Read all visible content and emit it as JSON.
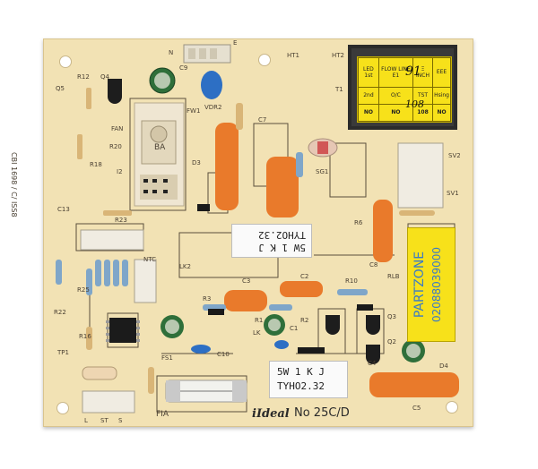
{
  "board": {
    "brand": "iIdeal",
    "model": "No 25C/D",
    "side_text": "CBI 1698 / C/ ISS8"
  },
  "labels": {
    "resistor_label_1_line1": "5W 1 K J",
    "resistor_label_1_line2": "TYHO2.32",
    "resistor_label_2_line1": "5W 1 K J",
    "resistor_label_2_line2": "TYHO2.32",
    "partzone_name": "PARTZONE",
    "partzone_phone": "02088039000"
  },
  "yellow_sticker": {
    "row1": [
      "LED 1st",
      "FLOW LINE E1",
      "Ξ INCH",
      "EEE"
    ],
    "row2": [
      "2nd",
      "O/C",
      "TST",
      "Hsing"
    ],
    "row3": [
      "NO",
      "NO",
      "108",
      "NO"
    ],
    "handwriting_1": "91",
    "handwriting_2": "108"
  },
  "silkscreen": {
    "n_label": "N",
    "e_label": "E",
    "ht1": "HT1",
    "ht2": "HT2",
    "t1": "T1",
    "q5": "Q5",
    "r12": "R12",
    "q4": "Q4",
    "c9": "C9",
    "vdr2": "VDR2",
    "c7": "C7",
    "fan": "FAN",
    "r18": "R18",
    "r20": "R20",
    "i2": "I2",
    "c8": "C8",
    "rlb": "RLB",
    "r23": "R23",
    "c13": "C13",
    "d3": "D3",
    "r6": "R6",
    "sg1": "SG1",
    "lk2": "LK2",
    "r10": "R10",
    "r25": "R25",
    "ntc": "NTC",
    "r3": "R3",
    "c3": "C3",
    "c2": "C2",
    "r22": "R22",
    "r16": "R16",
    "c10": "C10",
    "fs1": "FS1",
    "tp1": "TP1",
    "q3": "Q3",
    "q2": "Q2",
    "c4": "C4",
    "c5": "C5",
    "d4": "D4",
    "r1": "R1",
    "r2": "R2",
    "c1": "C1",
    "lk": "LK",
    "sv1": "SV1",
    "sv2": "SV2",
    "s_label": "S",
    "l_label": "L",
    "st_label": "ST",
    "fia_label": "FIA",
    "ba_label": "BA",
    "fw1": "FW1"
  },
  "colors": {
    "board": "#f2e2b4",
    "capacitor_orange": "#e97a2b",
    "capacitor_blue": "#2d6fc4",
    "sticker_yellow": "#f7e11a",
    "relay_beige": "#efe6d2",
    "transformer_black": "#2b2b2b"
  }
}
